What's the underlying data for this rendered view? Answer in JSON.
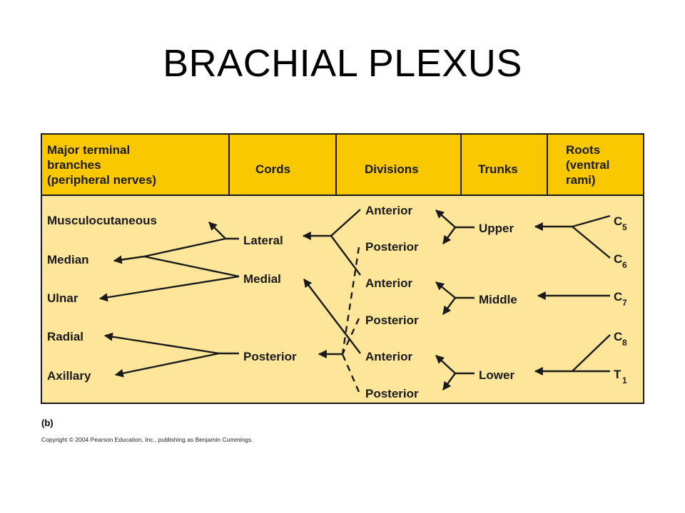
{
  "title": "BRACHIAL PLEXUS",
  "headers": {
    "branches": [
      "Major terminal",
      "branches",
      "(peripheral nerves)"
    ],
    "cords": "Cords",
    "divisions": "Divisions",
    "trunks": "Trunks",
    "roots": [
      "Roots",
      "(ventral",
      "rami)"
    ]
  },
  "branches": [
    "Musculocutaneous",
    "Median",
    "Ulnar",
    "Radial",
    "Axillary"
  ],
  "cords": [
    "Lateral",
    "Medial",
    "Posterior"
  ],
  "divisions": [
    "Anterior",
    "Posterior",
    "Anterior",
    "Posterior",
    "Anterior",
    "Posterior"
  ],
  "trunks": [
    "Upper",
    "Middle",
    "Lower"
  ],
  "roots": [
    {
      "letter": "C",
      "num": "5"
    },
    {
      "letter": "C",
      "num": "6"
    },
    {
      "letter": "C",
      "num": "7"
    },
    {
      "letter": "C",
      "num": "8"
    },
    {
      "letter": "T",
      "num": "1"
    }
  ],
  "figure_label": "(b)",
  "copyright": "Copyright © 2004 Pearson Education, Inc., publishing as Benjamin Cummings.",
  "colors": {
    "header_bg": "#f9c800",
    "body_bg": "#fde69a",
    "border": "#1a1a1a"
  }
}
